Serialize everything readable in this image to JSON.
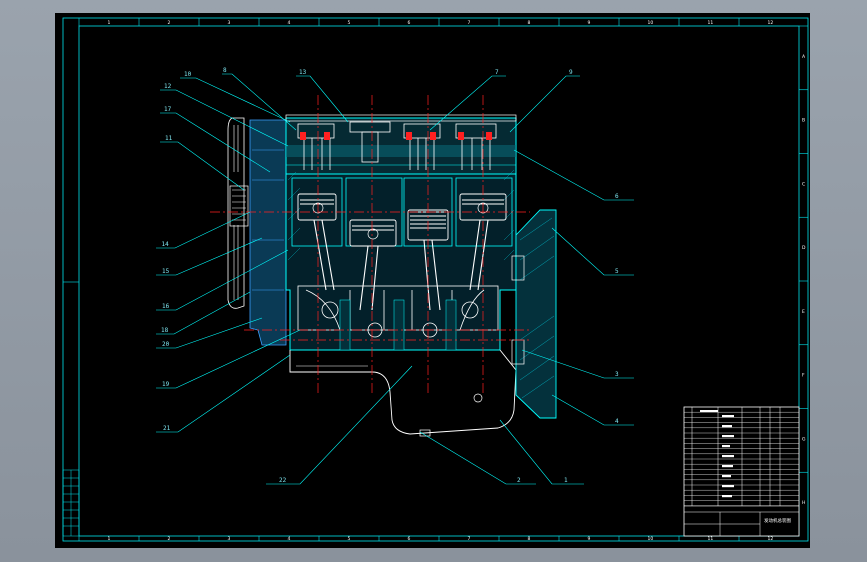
{
  "colors": {
    "background": "#000000",
    "outer_frame": "#8f98a3",
    "cyan": "#00ffff",
    "red": "#ff2020",
    "white": "#ffffff",
    "blue": "#3aa0ff"
  },
  "grid_numbers_top": [
    "1",
    "2",
    "3",
    "4",
    "5",
    "6",
    "7",
    "8",
    "9",
    "10",
    "11",
    "12"
  ],
  "grid_letters_side": [
    "A",
    "B",
    "C",
    "D",
    "E",
    "F",
    "G",
    "H"
  ],
  "callouts": [
    "10",
    "8",
    "13",
    "7",
    "9",
    "12",
    "17",
    "11",
    "6",
    "5",
    "14",
    "15",
    "16",
    "18",
    "20",
    "19",
    "21",
    "22",
    "2",
    "1",
    "3",
    "4"
  ],
  "title_block": {
    "title": "发动机总装图"
  }
}
